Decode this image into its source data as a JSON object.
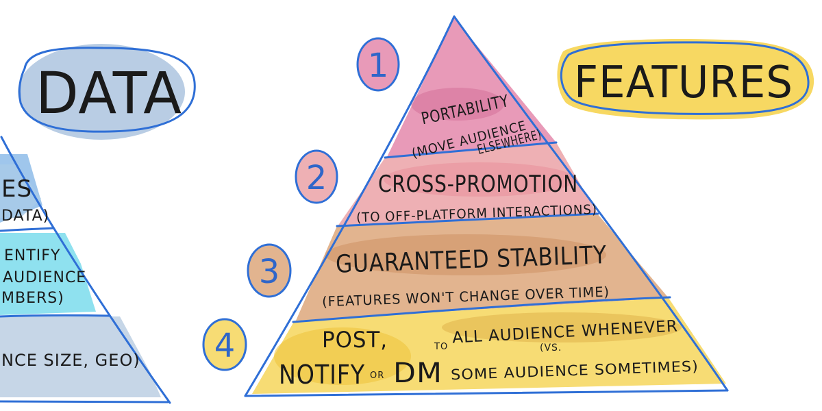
{
  "colors": {
    "pen_blue": "#2f6fd6",
    "tier1_pink": "#e89ab8",
    "tier2_rose": "#eeb0b4",
    "tier3_tan": "#e2b48f",
    "tier4_yellow": "#f7dc74",
    "features_yellow": "#f7d862",
    "data_blue": "#b9cde4",
    "cyan": "#8ee0ee"
  },
  "left_partial": {
    "title": "DATA",
    "tier1": "ES",
    "tier1_sub": "DATA)",
    "tier2_line1": "ENTIFY",
    "tier2_line2": "AUDIENCE",
    "tier2_line3": "MBERS)",
    "tier3": "NCE SIZE, GEO)"
  },
  "features": {
    "title": "FEATURES"
  },
  "pyramid": {
    "tiers": [
      {
        "number": "1",
        "title": "PORTABILITY",
        "sub_line1": "(MOVE AUDIENCE",
        "sub_line2": "ELSEWHERE)"
      },
      {
        "number": "2",
        "title": "CROSS-PROMOTION",
        "sub": "(TO OFF-PLATFORM INTERACTIONS)"
      },
      {
        "number": "3",
        "title": "GUARANTEED STABILITY",
        "sub": "(FEATURES WON'T CHANGE OVER TIME)"
      },
      {
        "number": "4",
        "post": "POST,",
        "notify": "NOTIFY",
        "or": "OR",
        "dm": "DM",
        "to": "TO",
        "all": "ALL AUDIENCE WHENEVER",
        "vs": "(VS.",
        "some": "SOME AUDIENCE SOMETIMES)"
      }
    ]
  }
}
